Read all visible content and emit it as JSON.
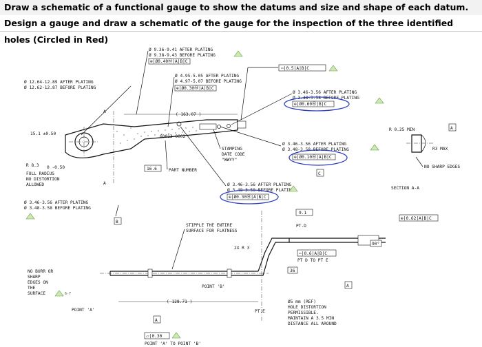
{
  "header": {
    "line1": "Draw a schematic of a functional gauge to show the datums and size and shape of each datum.",
    "line2": "Design a gauge and draw a schematic of the gauge for the inspection of the three identified holes (Circled in Red)"
  },
  "callouts": {
    "top_dia_after": "Ø 9.36-9.41 AFTER PLATING",
    "top_dia_before": "Ø 9.38-9.43 BEFORE PLATING",
    "top_fcf": "⊕|Ø0.40Ⓜ|A|B|C",
    "profile_fcf": "⌓|0.5|A|B|C",
    "mid_dia_after": "Ø 4.95-5.05 AFTER PLATING",
    "mid_dia_before": "Ø 4.97-5.07 BEFORE PLATING",
    "mid_fcf": "⊕|Ø0.30Ⓜ|A|B|C",
    "left_dia_after": "Ø 12.64-12.89 AFTER PLATING",
    "left_dia_before": "Ø 12.62-12.87 BEFORE PLATING",
    "hole1_after": "Ø 3.46-3.56 AFTER PLATING",
    "hole1_before": "Ø 3.48-3.58 BEFORE PLATING",
    "hole1_fcf": "⊕|Ø0.60Ⓜ|B|C",
    "hole2_after": "Ø 3.46-3.56 AFTER PLATING",
    "hole2_before": "Ø 3.48-3.58 BEFORE PLATING",
    "hole2_fcf": "⊕|Ø0.10Ⓜ|A|B|C",
    "hole3_after": "Ø 3.46-3.56 AFTER PLATING",
    "hole3_before": "Ø 3.48-3.58 BEFORE PLATING",
    "hole3_fcf": "⊕|Ø0.30Ⓜ|A|B|C",
    "left_hole_after": "Ø 3.46-3.56 AFTER PLATING",
    "left_hole_before": "Ø 3.48-3.58 BEFORE PLATING",
    "dim_163": "( 163.07 )",
    "dim_15": "15.1 ±0.50",
    "part_no": "60013-0002",
    "stamping": "STAMPING",
    "date_code": "DATE CODE",
    "wwyy": "\"WWYY\"",
    "dim_16": "16.6",
    "part_number": "PART NUMBER",
    "radius_a": "R 8.3",
    "radius_tol": "0 -0.50",
    "full_radius": "FULL RADIUS",
    "no_distortion": "NO DISTORTION",
    "allowed": "ALLOWED",
    "r_min": "R 0.25  MIN",
    "r3_max": "R3 MAX",
    "no_sharp": "NO SHARP EDGES",
    "section": "SECTION A-A",
    "datum_a": "A",
    "datum_b": "B",
    "datum_c": "C",
    "stipple1": "STIPPLE THE ENTIRE",
    "stipple2": "SURFACE FOR FLATNESS",
    "r3x2": "2X R 3",
    "dim_9_1": "9.1",
    "pt_d": "PT.D",
    "deg90": "90°",
    "fcf_062": "⊕|0.62|A|B|C",
    "fcf_06": "⌓|0.6|A|B|C",
    "pt_d_to_e": "PT D TO PT E",
    "dim_36": "36",
    "no_burr1": "NO BURR OR",
    "no_burr2": "SHARP",
    "no_burr3": "EDGES ON",
    "no_burr4": "THE",
    "no_burr5": "SURFACE",
    "six_seven": "6-7",
    "point_b": "POINT 'B'",
    "dim_128": "( 128.71 )",
    "point_a": "POINT 'A'",
    "pt_e": "PT.E",
    "note5_1": "Ø5 mm (REF)",
    "note5_2": "HOLE DISTORTION",
    "note5_3": "PERMISSIBLE.",
    "note5_4": "MAINTAIN A 3.5 MIN",
    "note5_5": "DISTANCE ALL AROUND",
    "flat_fcf": "⏥|0.30",
    "point_a_to_b": "POINT 'A' TO POINT 'B'"
  }
}
